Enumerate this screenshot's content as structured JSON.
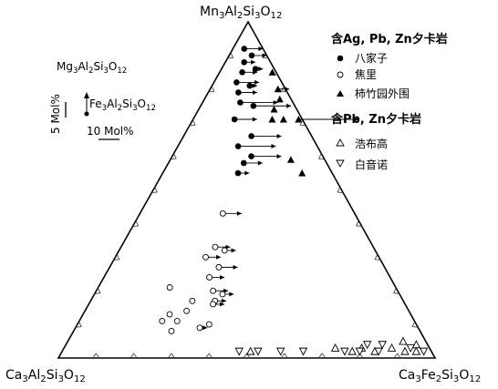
{
  "chart_data": {
    "type": "scatter",
    "diagram": "ternary",
    "vertices": {
      "top": "Mn3Al2Si3O12",
      "left": "Ca3Al2Si3O12",
      "right": "Ca3Fe2Si3O12"
    },
    "inset": {
      "mg_label": "Mg3Al2Si3O12",
      "fe_label": "Fe3Al2Si3O12",
      "vertical_scale": "5 Mol%",
      "horizontal_scale": "10 Mol%"
    },
    "legend": {
      "group1_title": "含Ag, Pb, Zn夕卡岩",
      "group2_title": "含Pb, Zn夕卡岩",
      "entries": [
        {
          "name": "八家子",
          "marker": "filled-circle"
        },
        {
          "name": "焦里",
          "marker": "open-circle"
        },
        {
          "name": "柿竹园外围",
          "marker": "filled-triangle"
        },
        {
          "name": "浩布高",
          "marker": "open-triangle-up"
        },
        {
          "name": "白音诺",
          "marker": "open-triangle-down"
        }
      ]
    },
    "series": [
      {
        "name": "八家子",
        "marker": "filled-circle",
        "points": [
          {
            "ca": 0.05,
            "mn": 0.92,
            "fe": 0.03,
            "arrow": 0.05
          },
          {
            "ca": 0.04,
            "mn": 0.9,
            "fe": 0.06,
            "arrow": 0.04
          },
          {
            "ca": 0.07,
            "mn": 0.88,
            "fe": 0.05,
            "arrow": 0.03
          },
          {
            "ca": 0.05,
            "mn": 0.86,
            "fe": 0.09,
            "arrow": 0.02
          },
          {
            "ca": 0.09,
            "mn": 0.85,
            "fe": 0.06,
            "arrow": 0.04
          },
          {
            "ca": 0.12,
            "mn": 0.82,
            "fe": 0.06,
            "arrow": 0.06
          },
          {
            "ca": 0.09,
            "mn": 0.81,
            "fe": 0.1,
            "arrow": 0.02
          },
          {
            "ca": 0.13,
            "mn": 0.79,
            "fe": 0.08,
            "arrow": 0.05
          },
          {
            "ca": 0.14,
            "mn": 0.76,
            "fe": 0.1,
            "arrow": 0.1
          },
          {
            "ca": 0.11,
            "mn": 0.75,
            "fe": 0.14,
            "arrow": 0.1
          },
          {
            "ca": 0.18,
            "mn": 0.71,
            "fe": 0.11,
            "arrow": 0.06
          },
          {
            "ca": 0.16,
            "mn": 0.66,
            "fe": 0.18,
            "arrow": 0.08
          },
          {
            "ca": 0.21,
            "mn": 0.63,
            "fe": 0.16,
            "arrow": 0.1
          },
          {
            "ca": 0.19,
            "mn": 0.6,
            "fe": 0.21,
            "arrow": 0.08
          },
          {
            "ca": 0.22,
            "mn": 0.58,
            "fe": 0.2,
            "arrow": 0.05
          },
          {
            "ca": 0.25,
            "mn": 0.55,
            "fe": 0.2,
            "arrow": 0.03
          }
        ]
      },
      {
        "name": "焦里",
        "marker": "open-circle",
        "points": [
          {
            "ca": 0.35,
            "mn": 0.43,
            "fe": 0.22,
            "arrow": 0.05
          },
          {
            "ca": 0.42,
            "mn": 0.33,
            "fe": 0.25,
            "arrow": 0.04
          },
          {
            "ca": 0.4,
            "mn": 0.32,
            "fe": 0.28,
            "arrow": 0.03
          },
          {
            "ca": 0.46,
            "mn": 0.3,
            "fe": 0.24,
            "arrow": 0.04
          },
          {
            "ca": 0.44,
            "mn": 0.27,
            "fe": 0.29,
            "arrow": 0.05
          },
          {
            "ca": 0.48,
            "mn": 0.24,
            "fe": 0.28,
            "arrow": 0.04
          },
          {
            "ca": 0.49,
            "mn": 0.2,
            "fe": 0.31,
            "arrow": 0.04
          },
          {
            "ca": 0.47,
            "mn": 0.19,
            "fe": 0.34,
            "arrow": 0.03
          },
          {
            "ca": 0.5,
            "mn": 0.17,
            "fe": 0.33,
            "arrow": 0.03
          },
          {
            "ca": 0.51,
            "mn": 0.16,
            "fe": 0.33,
            "arrow": 0.03
          },
          {
            "ca": 0.6,
            "mn": 0.21,
            "fe": 0.19,
            "arrow": 0.0
          },
          {
            "ca": 0.56,
            "mn": 0.17,
            "fe": 0.27,
            "arrow": 0.0
          },
          {
            "ca": 0.59,
            "mn": 0.14,
            "fe": 0.27,
            "arrow": 0.0
          },
          {
            "ca": 0.64,
            "mn": 0.13,
            "fe": 0.23,
            "arrow": 0.0
          },
          {
            "ca": 0.63,
            "mn": 0.11,
            "fe": 0.26,
            "arrow": 0.0
          },
          {
            "ca": 0.67,
            "mn": 0.11,
            "fe": 0.22,
            "arrow": 0.0
          },
          {
            "ca": 0.66,
            "mn": 0.08,
            "fe": 0.26,
            "arrow": 0.0
          },
          {
            "ca": 0.58,
            "mn": 0.09,
            "fe": 0.33,
            "arrow": 0.02
          },
          {
            "ca": 0.55,
            "mn": 0.1,
            "fe": 0.35,
            "arrow": 0.0
          }
        ]
      },
      {
        "name": "柿竹园外围",
        "marker": "filled-triangle",
        "points": [
          {
            "ca": 0.01,
            "mn": 0.85,
            "fe": 0.14,
            "arrow": 0.0
          },
          {
            "ca": 0.02,
            "mn": 0.8,
            "fe": 0.18,
            "arrow": 0.03
          },
          {
            "ca": 0.03,
            "mn": 0.77,
            "fe": 0.2,
            "arrow": 0.0
          },
          {
            "ca": 0.06,
            "mn": 0.74,
            "fe": 0.2,
            "arrow": 0.0
          },
          {
            "ca": 0.08,
            "mn": 0.71,
            "fe": 0.21,
            "arrow": 0.0
          },
          {
            "ca": 0.05,
            "mn": 0.71,
            "fe": 0.24,
            "arrow": 0.0
          },
          {
            "ca": 0.01,
            "mn": 0.71,
            "fe": 0.28,
            "arrow": 0.16
          },
          {
            "ca": 0.09,
            "mn": 0.59,
            "fe": 0.32,
            "arrow": 0.0
          },
          {
            "ca": 0.08,
            "mn": 0.55,
            "fe": 0.37,
            "arrow": 0.0
          }
        ]
      },
      {
        "name": "浩布高",
        "marker": "open-triangle-up",
        "points": [
          {
            "ca": 0.48,
            "mn": 0.02,
            "fe": 0.5,
            "arrow": 0.0
          },
          {
            "ca": 0.25,
            "mn": 0.03,
            "fe": 0.72,
            "arrow": 0.0
          },
          {
            "ca": 0.21,
            "mn": 0.02,
            "fe": 0.77,
            "arrow": 0.0
          },
          {
            "ca": 0.18,
            "mn": 0.03,
            "fe": 0.79,
            "arrow": 0.0
          },
          {
            "ca": 0.15,
            "mn": 0.02,
            "fe": 0.83,
            "arrow": 0.0
          },
          {
            "ca": 0.1,
            "mn": 0.03,
            "fe": 0.87,
            "arrow": 0.0
          },
          {
            "ca": 0.07,
            "mn": 0.02,
            "fe": 0.91,
            "arrow": 0.0
          },
          {
            "ca": 0.06,
            "mn": 0.05,
            "fe": 0.89,
            "arrow": 0.0
          },
          {
            "ca": 0.04,
            "mn": 0.02,
            "fe": 0.94,
            "arrow": 0.0
          },
          {
            "ca": 0.03,
            "mn": 0.04,
            "fe": 0.93,
            "arrow": 0.0
          }
        ]
      },
      {
        "name": "白音诺",
        "marker": "open-triangle-down",
        "points": [
          {
            "ca": 0.51,
            "mn": 0.02,
            "fe": 0.47,
            "arrow": 0.0
          },
          {
            "ca": 0.46,
            "mn": 0.02,
            "fe": 0.52,
            "arrow": 0.0
          },
          {
            "ca": 0.4,
            "mn": 0.02,
            "fe": 0.58,
            "arrow": 0.0
          },
          {
            "ca": 0.34,
            "mn": 0.02,
            "fe": 0.64,
            "arrow": 0.0
          },
          {
            "ca": 0.23,
            "mn": 0.02,
            "fe": 0.75,
            "arrow": 0.0
          },
          {
            "ca": 0.19,
            "mn": 0.02,
            "fe": 0.79,
            "arrow": 0.0
          },
          {
            "ca": 0.14,
            "mn": 0.02,
            "fe": 0.84,
            "arrow": 0.0
          },
          {
            "ca": 0.16,
            "mn": 0.04,
            "fe": 0.8,
            "arrow": 0.0
          },
          {
            "ca": 0.12,
            "mn": 0.04,
            "fe": 0.84,
            "arrow": 0.0
          },
          {
            "ca": 0.05,
            "mn": 0.03,
            "fe": 0.92,
            "arrow": 0.0
          },
          {
            "ca": 0.02,
            "mn": 0.02,
            "fe": 0.96,
            "arrow": 0.0
          }
        ]
      }
    ]
  }
}
